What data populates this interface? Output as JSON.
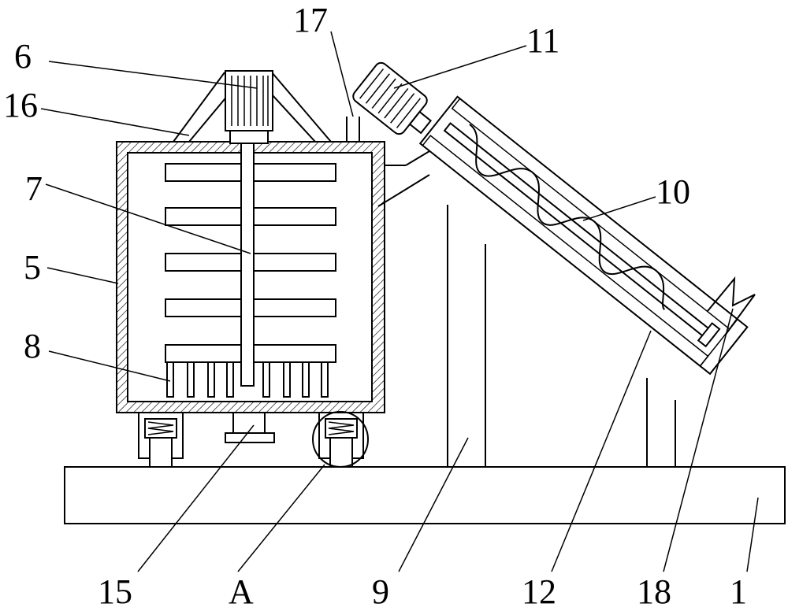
{
  "figure": {
    "labels": {
      "l1": "1",
      "l5": "5",
      "l6": "6",
      "l7": "7",
      "l8": "8",
      "l9": "9",
      "l10": "10",
      "l11": "11",
      "l12": "12",
      "l15": "15",
      "l16": "16",
      "l17": "17",
      "l18": "18",
      "lA": "A"
    }
  }
}
